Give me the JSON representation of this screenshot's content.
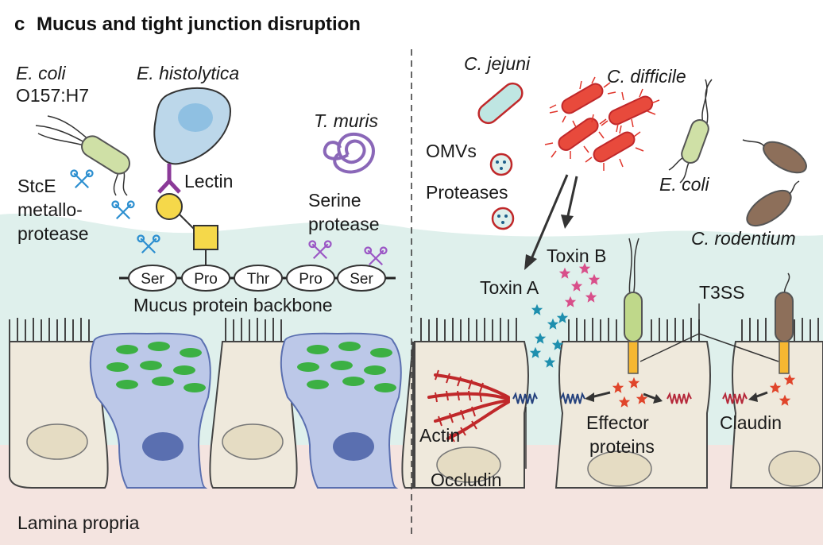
{
  "panel": {
    "letter": "c",
    "title": "Mucus and tight junction disruption"
  },
  "left": {
    "ecoli_o157_line1": "E. coli",
    "ecoli_o157_line2": "O157:H7",
    "ehistolytica": "E. histolytica",
    "lectin": "Lectin",
    "tmuris": "T. muris",
    "stce_line1": "StcE",
    "stce_line2": "metallo-",
    "stce_line3": "protease",
    "serine_line1": "Serine",
    "serine_line2": "protease",
    "amino_acids": [
      "Ser",
      "Pro",
      "Thr",
      "Pro",
      "Ser"
    ],
    "backbone": "Mucus protein backbone",
    "lamina": "Lamina propria"
  },
  "right": {
    "cjejuni": "C. jejuni",
    "cdifficile": "C. difficile",
    "omvs": "OMVs",
    "proteases": "Proteases",
    "ecoli": "E. coli",
    "crodentium": "C. rodentium",
    "toxin_a": "Toxin A",
    "toxin_b": "Toxin B",
    "t3ss": "T3SS",
    "actin": "Actin",
    "effector_line1": "Effector",
    "effector_line2": "proteins",
    "claudin": "Claudin",
    "occludin": "Occludin"
  },
  "colors": {
    "mucus": "#dff0ec",
    "lamina": "#f4e4e0",
    "cell": "#efe9dc",
    "goblet": "#bcc8e8",
    "granule": "#3cb043",
    "nucleus": "#5a6fb0",
    "scissors_blue": "#2c8fd0",
    "scissors_purple": "#9b57c5",
    "toxin_a": "#1e8fae",
    "toxin_b": "#d84f8a",
    "effector": "#e0452b",
    "cdifficile": "#e0352b",
    "actin": "#c0282a"
  }
}
